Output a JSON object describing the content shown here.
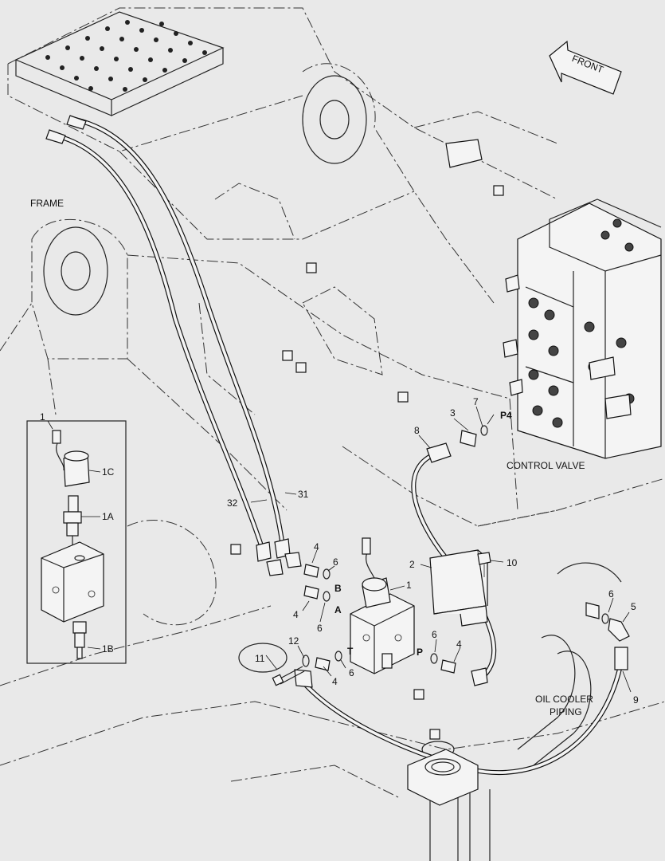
{
  "captions": {
    "frame": "FRAME",
    "control_valve": "CONTROL VALVE",
    "oil_cooler_line1": "OIL COOLER",
    "oil_cooler_line2": "PIPING",
    "front": "FRONT"
  },
  "callouts": {
    "c1_inset": "1",
    "c1c": "1C",
    "c1a": "1A",
    "c1b": "1B",
    "c1_main": "1",
    "c2": "2",
    "c3": "3",
    "c4_top": "4",
    "c4_mid": "4",
    "c4_bot": "4",
    "c4_right": "4",
    "c5": "5",
    "c6_top": "6",
    "c6_mid": "6",
    "c6_bot": "6",
    "c6_p": "6",
    "c6_right": "6",
    "c7": "7",
    "c8": "8",
    "c9": "9",
    "c10": "10",
    "c11": "11",
    "c12": "12",
    "c31": "31",
    "c32": "32"
  },
  "ports": {
    "p4": "P4",
    "b": "B",
    "a": "A",
    "t": "T",
    "p": "P"
  }
}
